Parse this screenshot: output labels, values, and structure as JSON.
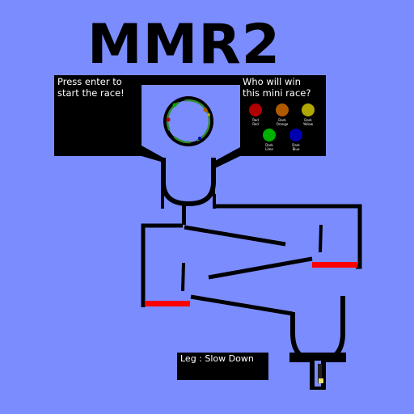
{
  "title": "MMR2",
  "intro": {
    "line1": "Press enter to",
    "line2": "start the race!"
  },
  "question": {
    "line1": "Who will win",
    "line2": "this mini race?"
  },
  "racers": [
    {
      "name": "Red",
      "sub": "Red",
      "color": "#b00000"
    },
    {
      "name": "Dark",
      "sub": "Orange",
      "color": "#b05a00"
    },
    {
      "name": "Dark",
      "sub": "Yellow",
      "color": "#b0a800"
    },
    {
      "name": "Dark",
      "sub": "Lime",
      "color": "#00b000"
    },
    {
      "name": "Dark",
      "sub": "Blue",
      "color": "#0000b0"
    }
  ],
  "leg_status": "Leg : Slow Down",
  "colors": {
    "background": "#7b8cff",
    "track": "#000000",
    "boost_bar": "#ff0000",
    "text": "#ffffff"
  }
}
